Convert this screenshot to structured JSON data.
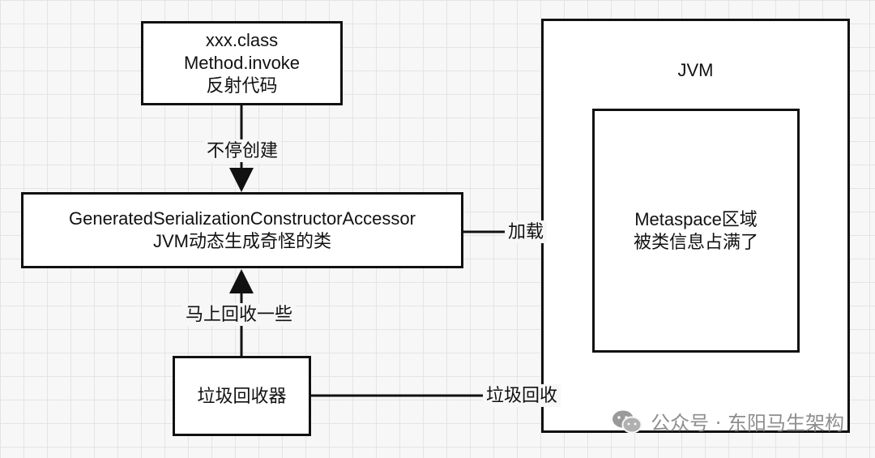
{
  "class_box": {
    "line1": "xxx.class",
    "line2": "Method.invoke",
    "line3": "反射代码"
  },
  "accessor_box": {
    "line1": "GeneratedSerializationConstructorAccessor",
    "line2": "JVM动态生成奇怪的类"
  },
  "gc_box": {
    "label": "垃圾回收器"
  },
  "jvm_box": {
    "title": "JVM"
  },
  "metaspace_box": {
    "line1": "Metaspace区域",
    "line2": "被类信息占满了"
  },
  "edges": {
    "create": "不停创建",
    "load": "加载",
    "reclaim_some": "马上回收一些",
    "gc": "垃圾回收"
  },
  "watermark": {
    "icon": "wechat-icon",
    "text": "公众号 · 东阳马生架构"
  }
}
